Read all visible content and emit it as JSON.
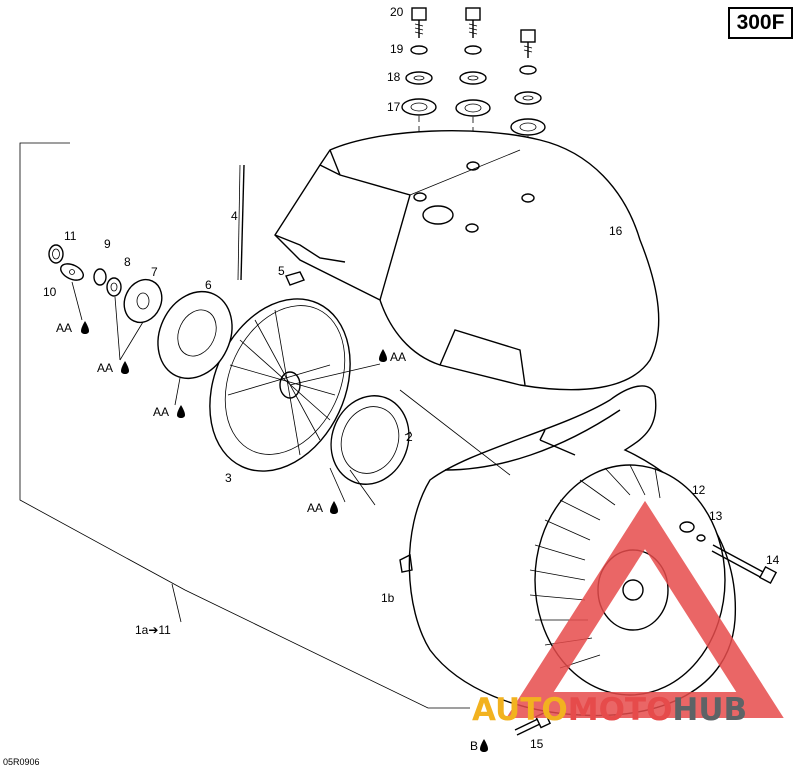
{
  "model_badge": "300F",
  "drawing_code": "05R0906",
  "watermark": {
    "part1": "AUTO",
    "part2": "MOTO",
    "part3": "HUB",
    "color_yellow": "#f2b21f",
    "color_red": "#e64b4b",
    "color_gray": "#5e6366"
  },
  "callouts": {
    "c1a": "1a➔11",
    "c1b": "1b",
    "c2": "2",
    "c3": "3",
    "c4": "4",
    "c5": "5",
    "c6": "6",
    "c7": "7",
    "c8": "8",
    "c9": "9",
    "c10": "10",
    "c11": "11",
    "c12": "12",
    "c13": "13",
    "c14": "14",
    "c15": "15",
    "c16": "16",
    "c17": "17",
    "c18": "18",
    "c19": "19",
    "c20": "20"
  },
  "lube_notes": {
    "aa_10": "AA",
    "aa_7": "AA",
    "aa_6": "AA",
    "aa_3": "AA",
    "aa_2": "AA",
    "b_15": "B"
  }
}
